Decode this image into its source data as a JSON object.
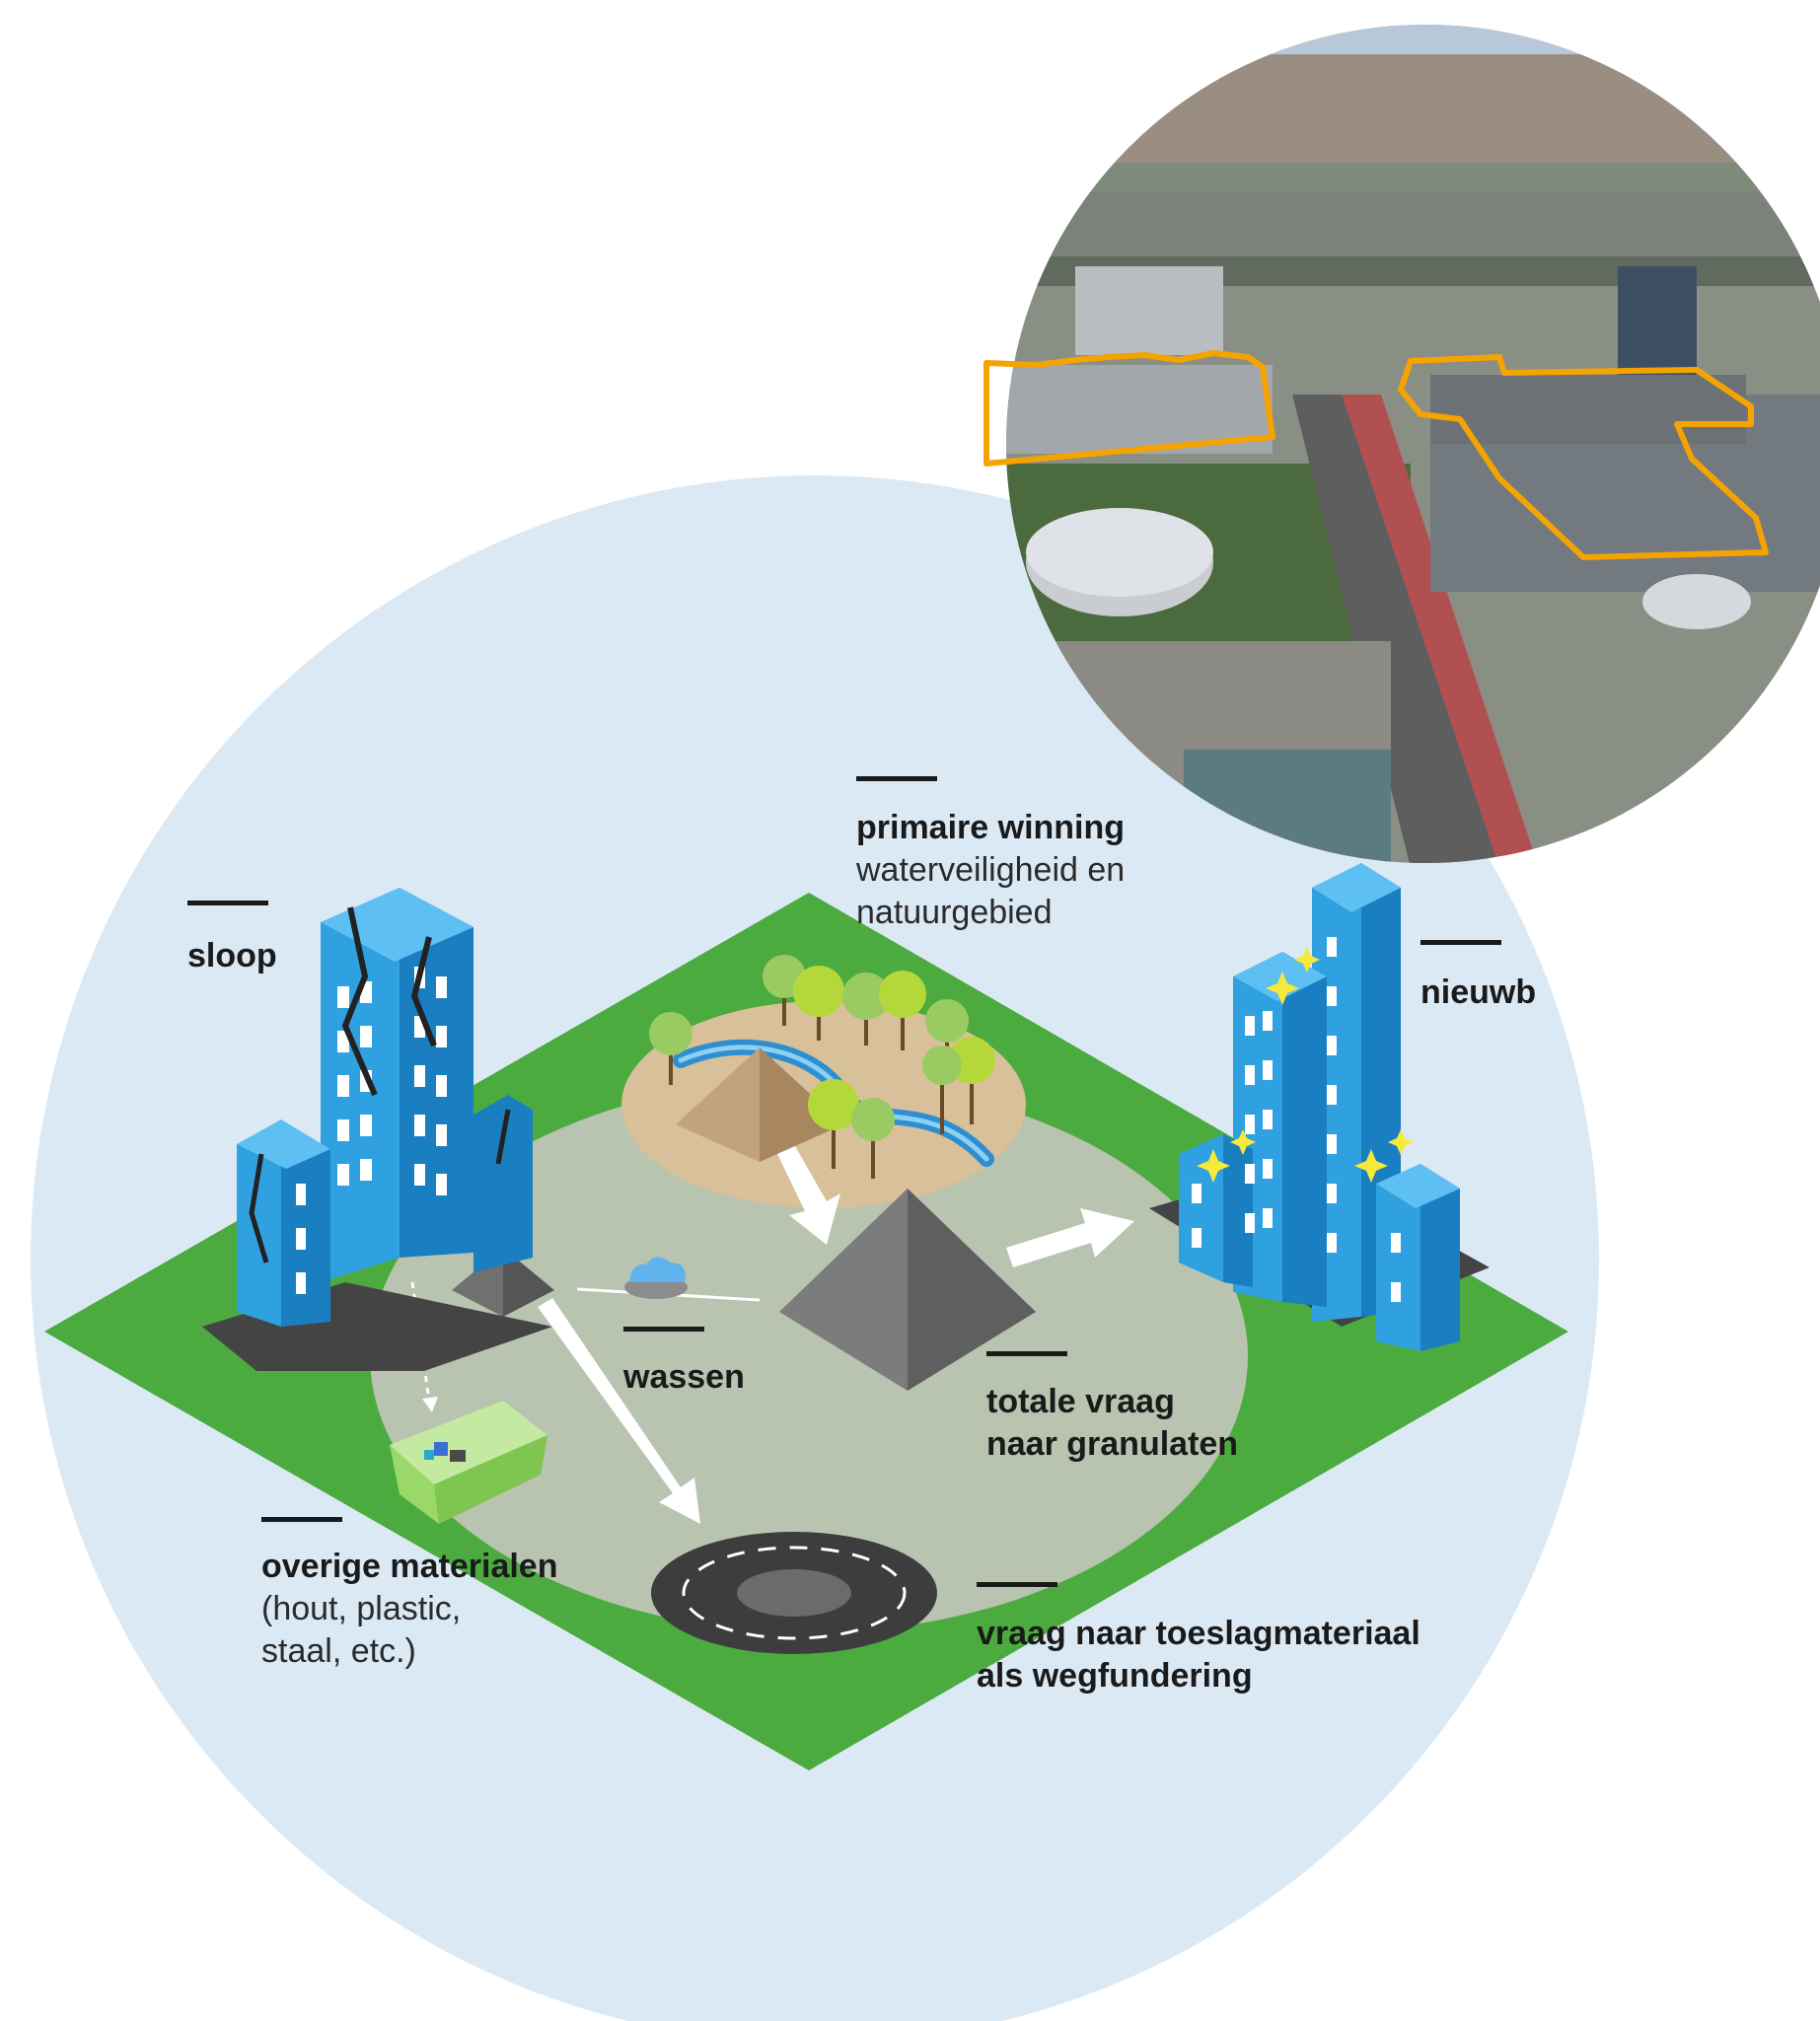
{
  "labels": {
    "sloop": {
      "title": "sloop"
    },
    "primaire_winning": {
      "title": "primaire winning",
      "sub1": "waterveiligheid en",
      "sub2": "natuurgebied"
    },
    "nieuwbouw": {
      "title": "nieuwb"
    },
    "wassen": {
      "title": "wassen"
    },
    "totale_vraag": {
      "title1": "totale vraag",
      "title2": "naar granulaten"
    },
    "overige": {
      "title": "overige materialen",
      "sub1": "(hout, plastic,",
      "sub2": "staal, etc.)"
    },
    "vraag_toeslag": {
      "title1": "vraag naar toeslagmateriaal",
      "title2": "als wegfundering"
    }
  },
  "colors": {
    "background_circle": "#dbe9f5",
    "grass": "#4cab3f",
    "grey_disc": "#b8c3b0",
    "building_blue": "#2fa0e0",
    "highlight_outline": "#f5a300",
    "container_green": "#9bd86a"
  }
}
